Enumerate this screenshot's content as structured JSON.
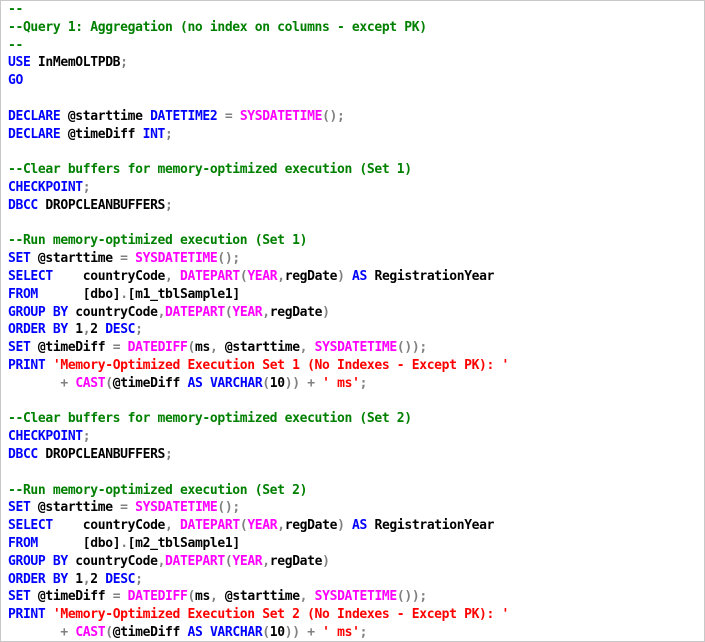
{
  "editor": {
    "lines": [
      [
        {
          "t": "--",
          "c": "c"
        }
      ],
      [
        {
          "t": "--Query 1: Aggregation (no index on columns - except PK)",
          "c": "c"
        }
      ],
      [
        {
          "t": "--",
          "c": "c"
        }
      ],
      [
        {
          "t": "USE",
          "c": "k"
        },
        {
          "t": " InMemOLTPDB",
          "c": "t"
        },
        {
          "t": ";",
          "c": "g"
        }
      ],
      [
        {
          "t": "GO",
          "c": "k"
        }
      ],
      [],
      [
        {
          "t": "DECLARE",
          "c": "k"
        },
        {
          "t": " @starttime ",
          "c": "t"
        },
        {
          "t": "DATETIME2",
          "c": "k"
        },
        {
          "t": " = ",
          "c": "g"
        },
        {
          "t": "SYSDATETIME",
          "c": "f"
        },
        {
          "t": "();",
          "c": "g"
        }
      ],
      [
        {
          "t": "DECLARE",
          "c": "k"
        },
        {
          "t": " @timeDiff ",
          "c": "t"
        },
        {
          "t": "INT",
          "c": "k"
        },
        {
          "t": ";",
          "c": "g"
        }
      ],
      [],
      [
        {
          "t": "--Clear buffers for memory-optimized execution (Set 1)",
          "c": "c"
        }
      ],
      [
        {
          "t": "CHECKPOINT",
          "c": "k"
        },
        {
          "t": ";",
          "c": "g"
        }
      ],
      [
        {
          "t": "DBCC",
          "c": "k"
        },
        {
          "t": " DROPCLEANBUFFERS",
          "c": "t"
        },
        {
          "t": ";",
          "c": "g"
        }
      ],
      [],
      [
        {
          "t": "--Run memory-optimized execution (Set 1)",
          "c": "c"
        }
      ],
      [
        {
          "t": "SET",
          "c": "k"
        },
        {
          "t": " @starttime ",
          "c": "t"
        },
        {
          "t": "=",
          "c": "g"
        },
        {
          "t": " ",
          "c": "t"
        },
        {
          "t": "SYSDATETIME",
          "c": "f"
        },
        {
          "t": "();",
          "c": "g"
        }
      ],
      [
        {
          "t": "SELECT",
          "c": "k"
        },
        {
          "t": "    countryCode",
          "c": "t"
        },
        {
          "t": ",",
          "c": "g"
        },
        {
          "t": " ",
          "c": "t"
        },
        {
          "t": "DATEPART",
          "c": "f"
        },
        {
          "t": "(",
          "c": "g"
        },
        {
          "t": "YEAR",
          "c": "f"
        },
        {
          "t": ",",
          "c": "g"
        },
        {
          "t": "regDate",
          "c": "t"
        },
        {
          "t": ")",
          "c": "g"
        },
        {
          "t": " ",
          "c": "t"
        },
        {
          "t": "AS",
          "c": "k"
        },
        {
          "t": " RegistrationYear",
          "c": "t"
        }
      ],
      [
        {
          "t": "FROM",
          "c": "k"
        },
        {
          "t": "      ",
          "c": "t"
        },
        {
          "t": "[dbo]",
          "c": "t"
        },
        {
          "t": ".",
          "c": "g"
        },
        {
          "t": "[m1_tblSample1]",
          "c": "t"
        }
      ],
      [
        {
          "t": "GROUP BY",
          "c": "k"
        },
        {
          "t": " countryCode",
          "c": "t"
        },
        {
          "t": ",",
          "c": "g"
        },
        {
          "t": "DATEPART",
          "c": "f"
        },
        {
          "t": "(",
          "c": "g"
        },
        {
          "t": "YEAR",
          "c": "f"
        },
        {
          "t": ",",
          "c": "g"
        },
        {
          "t": "regDate",
          "c": "t"
        },
        {
          "t": ")",
          "c": "g"
        }
      ],
      [
        {
          "t": "ORDER BY",
          "c": "k"
        },
        {
          "t": " 1",
          "c": "t"
        },
        {
          "t": ",",
          "c": "g"
        },
        {
          "t": "2 ",
          "c": "t"
        },
        {
          "t": "DESC",
          "c": "k"
        },
        {
          "t": ";",
          "c": "g"
        }
      ],
      [
        {
          "t": "SET",
          "c": "k"
        },
        {
          "t": " @timeDiff ",
          "c": "t"
        },
        {
          "t": "=",
          "c": "g"
        },
        {
          "t": " ",
          "c": "t"
        },
        {
          "t": "DATEDIFF",
          "c": "f"
        },
        {
          "t": "(",
          "c": "g"
        },
        {
          "t": "ms",
          "c": "t"
        },
        {
          "t": ",",
          "c": "g"
        },
        {
          "t": " @starttime",
          "c": "t"
        },
        {
          "t": ",",
          "c": "g"
        },
        {
          "t": " ",
          "c": "t"
        },
        {
          "t": "SYSDATETIME",
          "c": "f"
        },
        {
          "t": "());",
          "c": "g"
        }
      ],
      [
        {
          "t": "PRINT",
          "c": "k"
        },
        {
          "t": " ",
          "c": "t"
        },
        {
          "t": "'Memory-Optimized Execution Set 1 (No Indexes - Except PK): '",
          "c": "s"
        }
      ],
      [
        {
          "t": "       ",
          "c": "t"
        },
        {
          "t": "+",
          "c": "g"
        },
        {
          "t": " ",
          "c": "t"
        },
        {
          "t": "CAST",
          "c": "f"
        },
        {
          "t": "(",
          "c": "g"
        },
        {
          "t": "@timeDiff ",
          "c": "t"
        },
        {
          "t": "AS",
          "c": "k"
        },
        {
          "t": " ",
          "c": "t"
        },
        {
          "t": "VARCHAR",
          "c": "k"
        },
        {
          "t": "(",
          "c": "g"
        },
        {
          "t": "10",
          "c": "t"
        },
        {
          "t": "))",
          "c": "g"
        },
        {
          "t": " ",
          "c": "t"
        },
        {
          "t": "+",
          "c": "g"
        },
        {
          "t": " ",
          "c": "t"
        },
        {
          "t": "' ms'",
          "c": "s"
        },
        {
          "t": ";",
          "c": "g"
        }
      ],
      [],
      [
        {
          "t": "--Clear buffers for memory-optimized execution (Set 2)",
          "c": "c"
        }
      ],
      [
        {
          "t": "CHECKPOINT",
          "c": "k"
        },
        {
          "t": ";",
          "c": "g"
        }
      ],
      [
        {
          "t": "DBCC",
          "c": "k"
        },
        {
          "t": " DROPCLEANBUFFERS",
          "c": "t"
        },
        {
          "t": ";",
          "c": "g"
        }
      ],
      [],
      [
        {
          "t": "--Run memory-optimized execution (Set 2)",
          "c": "c"
        }
      ],
      [
        {
          "t": "SET",
          "c": "k"
        },
        {
          "t": " @starttime ",
          "c": "t"
        },
        {
          "t": "=",
          "c": "g"
        },
        {
          "t": " ",
          "c": "t"
        },
        {
          "t": "SYSDATETIME",
          "c": "f"
        },
        {
          "t": "();",
          "c": "g"
        }
      ],
      [
        {
          "t": "SELECT",
          "c": "k"
        },
        {
          "t": "    countryCode",
          "c": "t"
        },
        {
          "t": ",",
          "c": "g"
        },
        {
          "t": " ",
          "c": "t"
        },
        {
          "t": "DATEPART",
          "c": "f"
        },
        {
          "t": "(",
          "c": "g"
        },
        {
          "t": "YEAR",
          "c": "f"
        },
        {
          "t": ",",
          "c": "g"
        },
        {
          "t": "regDate",
          "c": "t"
        },
        {
          "t": ")",
          "c": "g"
        },
        {
          "t": " ",
          "c": "t"
        },
        {
          "t": "AS",
          "c": "k"
        },
        {
          "t": " RegistrationYear",
          "c": "t"
        }
      ],
      [
        {
          "t": "FROM",
          "c": "k"
        },
        {
          "t": "      ",
          "c": "t"
        },
        {
          "t": "[dbo]",
          "c": "t"
        },
        {
          "t": ".",
          "c": "g"
        },
        {
          "t": "[m2_tblSample1]",
          "c": "t"
        }
      ],
      [
        {
          "t": "GROUP BY",
          "c": "k"
        },
        {
          "t": " countryCode",
          "c": "t"
        },
        {
          "t": ",",
          "c": "g"
        },
        {
          "t": "DATEPART",
          "c": "f"
        },
        {
          "t": "(",
          "c": "g"
        },
        {
          "t": "YEAR",
          "c": "f"
        },
        {
          "t": ",",
          "c": "g"
        },
        {
          "t": "regDate",
          "c": "t"
        },
        {
          "t": ")",
          "c": "g"
        }
      ],
      [
        {
          "t": "ORDER BY",
          "c": "k"
        },
        {
          "t": " 1",
          "c": "t"
        },
        {
          "t": ",",
          "c": "g"
        },
        {
          "t": "2 ",
          "c": "t"
        },
        {
          "t": "DESC",
          "c": "k"
        },
        {
          "t": ";",
          "c": "g"
        }
      ],
      [
        {
          "t": "SET",
          "c": "k"
        },
        {
          "t": " @timeDiff ",
          "c": "t"
        },
        {
          "t": "=",
          "c": "g"
        },
        {
          "t": " ",
          "c": "t"
        },
        {
          "t": "DATEDIFF",
          "c": "f"
        },
        {
          "t": "(",
          "c": "g"
        },
        {
          "t": "ms",
          "c": "t"
        },
        {
          "t": ",",
          "c": "g"
        },
        {
          "t": " @starttime",
          "c": "t"
        },
        {
          "t": ",",
          "c": "g"
        },
        {
          "t": " ",
          "c": "t"
        },
        {
          "t": "SYSDATETIME",
          "c": "f"
        },
        {
          "t": "());",
          "c": "g"
        }
      ],
      [
        {
          "t": "PRINT",
          "c": "k"
        },
        {
          "t": " ",
          "c": "t"
        },
        {
          "t": "'Memory-Optimized Execution Set 2 (No Indexes - Except PK): '",
          "c": "s"
        }
      ],
      [
        {
          "t": "       ",
          "c": "t"
        },
        {
          "t": "+",
          "c": "g"
        },
        {
          "t": " ",
          "c": "t"
        },
        {
          "t": "CAST",
          "c": "f"
        },
        {
          "t": "(",
          "c": "g"
        },
        {
          "t": "@timeDiff ",
          "c": "t"
        },
        {
          "t": "AS",
          "c": "k"
        },
        {
          "t": " ",
          "c": "t"
        },
        {
          "t": "VARCHAR",
          "c": "k"
        },
        {
          "t": "(",
          "c": "g"
        },
        {
          "t": "10",
          "c": "t"
        },
        {
          "t": "))",
          "c": "g"
        },
        {
          "t": " ",
          "c": "t"
        },
        {
          "t": "+",
          "c": "g"
        },
        {
          "t": " ",
          "c": "t"
        },
        {
          "t": "' ms'",
          "c": "s"
        },
        {
          "t": ";",
          "c": "g"
        }
      ]
    ]
  }
}
